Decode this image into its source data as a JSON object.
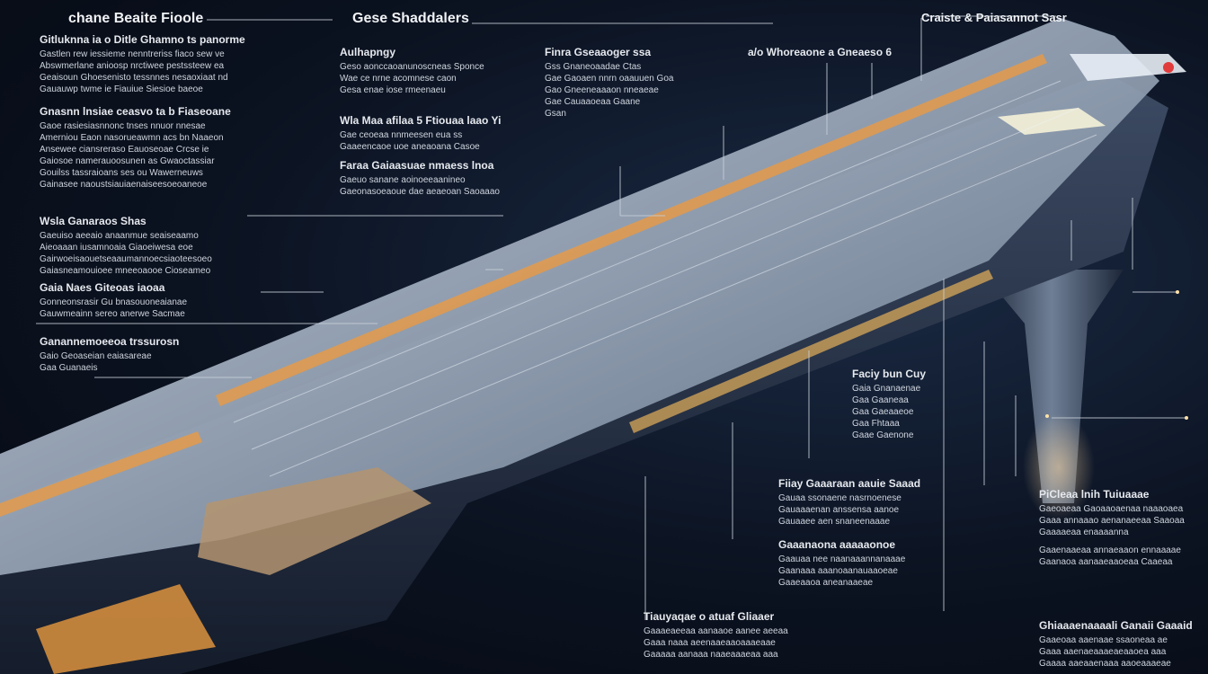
{
  "titles": {
    "left": "chane Beaite Fioole",
    "center": "Gese Shaddalers",
    "right": "Craiste & Paiasannot Sasr"
  },
  "blocks": {
    "b1": {
      "head": "Gitluknna ia o Ditle Ghamno ts panorme",
      "lines": [
        "Gastlen rew iessieme nenntreriss fiaco sew ve",
        "Abswmerlane anioosp nrctiwee pestssteew ea",
        "Geaisoun Ghoesenisto tessnnes nesaoxiaat nd",
        "Gauauwp twme ie Fiauiue Siesioe baeoe"
      ]
    },
    "b2": {
      "head": "Gnasnn lnsiae ceasvo ta b Fiaseoane",
      "lines": [
        "Gaoe rasiesiasnnonc tnses nnuor nnesae",
        "Amerniou Eaon nasorueawmn acs bn Naaeon",
        "Ansewee ciansreraso Eauoseoae Crcse ie",
        "Gaiosoe namerauoosunen as Gwaoctassiar",
        "Gouilss tassraioans ses ou Wawerneuws",
        "Gainasee naoustsiauiaenaiseesoeoaneoe"
      ]
    },
    "b3": {
      "head": "Wsla Ganaraos Shas",
      "lines": [
        "Gaeuiso aeeaio anaanmue seaiseaamo",
        "Aieoaaan iusamnoaia Giaoeiwesa eoe",
        "Gairwoeisaouetseaaumannoecsiaoteesoeo",
        "Gaiasneamouioee mneeoaooe Cioseameo"
      ]
    },
    "b4": {
      "head": "Gaia Naes Giteoas iaoaa",
      "lines": [
        "Gonneonsrasir Gu bnasouoneaianae",
        "Gauwmeainn sereo anerwe Sacmae"
      ]
    },
    "b5": {
      "head": "Ganannemoeeoa trssurosn",
      "lines": [
        "Gaio Geoaseian eaiasareae",
        "Gaa Guanaeis"
      ]
    },
    "b6": {
      "head": "Aulhapngy",
      "lines": [
        "Geso aonccaoanunoscneas Sponce",
        "Wae ce nrne acomnese caon",
        "Gesa enae iose rmeenaeu"
      ]
    },
    "b7": {
      "head": "Wla Maa afilaa 5 Ftiouaa laao Yi",
      "lines": [
        "Gae ceoeaa nnmeesen eua ss",
        "Gaaeencaoe uoe aneaoana Casoe"
      ]
    },
    "b8": {
      "head": "Faraa Gaiaasuae nmaess lnoa",
      "lines": [
        "Gaeuo sanane aoinoeeaanineo",
        "Gaeonasoeaoue dae aeaeoan Saoaaao"
      ]
    },
    "b9": {
      "head": "Finra Gseaaoger ssa",
      "lines": [
        "Gss Gnaneoaadae Ctas",
        "Gae Gaoaen nnrn oaauuen Goa",
        "Gao Gneeneaaaon nneaeae",
        "Gae Cauaaoeaa Gaane",
        "Gsan"
      ]
    },
    "b10": {
      "head": "a/o Whoreaone a Gneaeso 6",
      "lines": []
    },
    "b11": {
      "head": "Faciy bun Cuy",
      "lines": [
        "Gaia Gnanaenae",
        "Gaa Gaaneaa",
        "Gaa Gaeaaeoe",
        "Gaa Fhtaaa",
        "Gaae Gaenone"
      ]
    },
    "b12": {
      "head": "Fiiay Gaaaraan aauie Saaad",
      "lines": [
        "Gauaa ssonaene nasrnoenese",
        "Gauaaaenan anssensa aanoe",
        "Gauaaee aen snaneenaaae"
      ]
    },
    "b13": {
      "head": "Gaaanaona aaaaaonoe",
      "lines": [
        "Gaauaa nee naanaaannanaaae",
        "Gaanaaa aaanoaanauaaoeae",
        "Gaaeaaoa aneanaaeae"
      ]
    },
    "b14": {
      "head": "PiCleaa lnih Tuiuaaae",
      "lines": [
        "Gaeoaeaa Gaoaaoaenaa naaaoaea",
        "Gaaa annaaao aenanaeeaa Saaoaa",
        "Gaaaaeaa enaaaanna"
      ]
    },
    "b15": {
      "head": "",
      "lines": [
        "Gaaenaaeaa annaeaaon ennaaaae",
        "Gaanaoa aanaaeaaoeaa Caaeaa"
      ]
    },
    "b16": {
      "head": "Tiauyaqae o atuaf Gliaaer",
      "lines": [
        "Gaaaeaeeaa aanaaoe aanee aeeaa",
        "Gaaa naaa aeenaaeaaoaaaeaae",
        "Gaaaaa aanaaa naaeaaaeaa aaa"
      ]
    },
    "b17": {
      "head": "Ghiaaaenaaaali Ganaii Gaaaid",
      "lines": [
        "Gaaeoaa aaenaae ssaoneaa ae",
        "Gaaa aaenaeaaaeaeaaoea aaa",
        "Gaaaa aaeaaenaaa aaoeaaaeae"
      ]
    }
  },
  "colors": {
    "accent": "#f2a24a",
    "structure": "#9fb2c8",
    "line": "#c8cfd8"
  }
}
